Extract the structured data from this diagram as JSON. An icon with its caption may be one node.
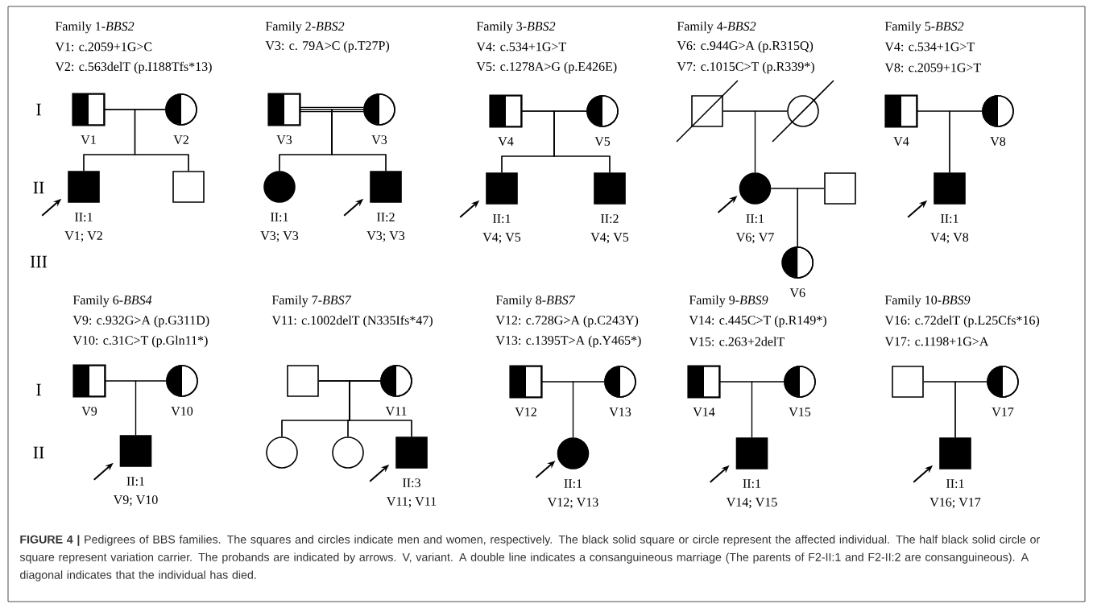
{
  "diagram": {
    "caption": "**FIGURE 4 |** Pedigrees of BBS families. The squares and circles indicate men and women, respectively. The black solid square or circle represent the affected individual. The half black solid circle or square represent variation carrier. The probands are indicated by arrows. V, variant. A double line indicates a consanguineous marriage (The parents of F2-II:1 and F2-II:2 are consanguineous). A diagonal indicates that the individual has died.",
    "nodes": [
      {
        "text": [],
        "shape": "box",
        "beside": [
          "V1"
        ]
      },
      {
        "text": [],
        "shape": "circle",
        "beside": [
          "V2"
        ]
      },
      {
        "text": [],
        "shape": "box",
        "beside": [
          "II:1",
          "V1; V2"
        ]
      },
      {
        "text": [],
        "shape": "box"
      },
      {
        "text": [],
        "shape": "box",
        "beside": [
          "V3"
        ]
      },
      {
        "text": [],
        "shape": "circle",
        "beside": [
          "V3"
        ]
      },
      {
        "text": [],
        "shape": "circle",
        "beside": [
          "II:1",
          "V3; V3"
        ]
      },
      {
        "text": [],
        "shape": "box",
        "beside": [
          "II:2",
          "V3; V3"
        ]
      },
      {
        "text": [],
        "shape": "box",
        "beside": [
          "V4"
        ]
      },
      {
        "text": [],
        "shape": "circle",
        "beside": [
          "V5"
        ]
      },
      {
        "text": [],
        "shape": "box",
        "beside": [
          "II:1",
          "V4; V5"
        ]
      },
      {
        "text": [],
        "shape": "box",
        "beside": [
          "II:2",
          "V4; V5"
        ]
      },
      {
        "text": [],
        "shape": "box"
      },
      {
        "text": [],
        "shape": "circle"
      },
      {
        "text": [],
        "shape": "circle",
        "beside": [
          "II:1",
          "V6; V7"
        ]
      },
      {
        "text": [],
        "shape": "box"
      },
      {
        "text": [],
        "shape": "circle",
        "beside": [
          "V6"
        ]
      },
      {
        "text": [],
        "shape": "box",
        "beside": [
          "V4"
        ]
      },
      {
        "text": [],
        "shape": "circle",
        "beside": [
          "V8"
        ]
      },
      {
        "text": [],
        "shape": "box",
        "beside": [
          "II:1",
          "V4; V8"
        ]
      },
      {
        "text": [],
        "shape": "box",
        "beside": [
          "V9"
        ]
      },
      {
        "text": [],
        "shape": "circle",
        "beside": [
          "V10"
        ]
      },
      {
        "text": [],
        "shape": "box",
        "beside": [
          "II:1",
          "V9; V10"
        ]
      },
      {
        "text": [],
        "shape": "box"
      },
      {
        "text": [],
        "shape": "circle",
        "beside": [
          "V11"
        ]
      },
      {
        "text": [],
        "shape": "circle"
      },
      {
        "text": [],
        "shape": "circle"
      },
      {
        "text": [],
        "shape": "box",
        "beside": [
          "II:3",
          "V11; V11"
        ]
      },
      {
        "text": [],
        "shape": "box",
        "beside": [
          "V12"
        ]
      },
      {
        "text": [],
        "shape": "circle",
        "beside": [
          "V13"
        ]
      },
      {
        "text": [],
        "shape": "circle",
        "beside": [
          "II:1",
          "V12; V13"
        ]
      },
      {
        "text": [],
        "shape": "box",
        "beside": [
          "V14"
        ]
      },
      {
        "text": [],
        "shape": "circle",
        "beside": [
          "V15"
        ]
      },
      {
        "text": [],
        "shape": "box",
        "beside": [
          "II:1",
          "V14; V15"
        ]
      },
      {
        "text": [],
        "shape": "box"
      },
      {
        "text": [],
        "shape": "circle",
        "beside": [
          "V17"
        ]
      },
      {
        "text": [],
        "shape": "box",
        "beside": [
          "II:1",
          "V16; V17"
        ]
      }
    ],
    "edges": [
      {
        "from": 0,
        "to": 1,
        "arrow": "none"
      },
      {
        "from": 0,
        "to": 2,
        "arrow": "none"
      },
      {
        "from": 1,
        "to": 2,
        "arrow": "none"
      },
      {
        "from": 0,
        "to": 3,
        "arrow": "none"
      },
      {
        "from": 1,
        "to": 3,
        "arrow": "none"
      },
      {
        "from": null,
        "to": 2,
        "arrow": "to"
      },
      {
        "from": 4,
        "to": 5,
        "arrow": "none"
      },
      {
        "from": 4,
        "to": 6,
        "arrow": "none"
      },
      {
        "from": 5,
        "to": 6,
        "arrow": "none"
      },
      {
        "from": 4,
        "to": 7,
        "arrow": "none"
      },
      {
        "from": 5,
        "to": 7,
        "arrow": "none"
      },
      {
        "from": null,
        "to": 7,
        "arrow": "to"
      },
      {
        "from": 8,
        "to": 9,
        "arrow": "none"
      },
      {
        "from": 8,
        "to": 10,
        "arrow": "none"
      },
      {
        "from": 9,
        "to": 10,
        "arrow": "none"
      },
      {
        "from": 8,
        "to": 11,
        "arrow": "none"
      },
      {
        "from": 9,
        "to": 11,
        "arrow": "none"
      },
      {
        "from": null,
        "to": 10,
        "arrow": "to"
      },
      {
        "from": 12,
        "to": 13,
        "arrow": "none"
      },
      {
        "from": 12,
        "to": 14,
        "arrow": "none"
      },
      {
        "from": 13,
        "to": 14,
        "arrow": "none"
      },
      {
        "from": 14,
        "to": 15,
        "arrow": "none"
      },
      {
        "from": 14,
        "to": 16,
        "arrow": "none"
      },
      {
        "from": 15,
        "to": 16,
        "arrow": "none"
      },
      {
        "from": null,
        "to": 14,
        "arrow": "to"
      },
      {
        "from": 17,
        "to": 18,
        "arrow": "none"
      },
      {
        "from": 17,
        "to": 19,
        "arrow": "none"
      },
      {
        "from": 18,
        "to": 19,
        "arrow": "none"
      },
      {
        "from": null,
        "to": 19,
        "arrow": "to"
      },
      {
        "from": 20,
        "to": 21,
        "arrow": "none"
      },
      {
        "from": 20,
        "to": 22,
        "arrow": "none"
      },
      {
        "from": 21,
        "to": 22,
        "arrow": "none"
      },
      {
        "from": null,
        "to": 22,
        "arrow": "to"
      },
      {
        "from": 23,
        "to": 24,
        "arrow": "none"
      },
      {
        "from": 23,
        "to": 25,
        "arrow": "none"
      },
      {
        "from": 24,
        "to": 25,
        "arrow": "none"
      },
      {
        "from": 23,
        "to": 26,
        "arrow": "none"
      },
      {
        "from": 24,
        "to": 26,
        "arrow": "none"
      },
      {
        "from": 23,
        "to": 27,
        "arrow": "none"
      },
      {
        "from": 24,
        "to": 27,
        "arrow": "none"
      },
      {
        "from": null,
        "to": 27,
        "arrow": "to"
      },
      {
        "from": 28,
        "to": 29,
        "arrow": "none"
      },
      {
        "from": 28,
        "to": 30,
        "arrow": "none"
      },
      {
        "from": 29,
        "to": 30,
        "arrow": "none"
      },
      {
        "from": null,
        "to": 30,
        "arrow": "to"
      },
      {
        "from": 31,
        "to": 32,
        "arrow": "none"
      },
      {
        "from": 31,
        "to": 33,
        "arrow": "none"
      },
      {
        "from": 32,
        "to": 33,
        "arrow": "none"
      },
      {
        "from": null,
        "to": 33,
        "arrow": "to"
      },
      {
        "from": 34,
        "to": 35,
        "arrow": "none"
      },
      {
        "from": 34,
        "to": 36,
        "arrow": "none"
      },
      {
        "from": 35,
        "to": 36,
        "arrow": "none"
      },
      {
        "from": null,
        "to": 36,
        "arrow": "to"
      }
    ],
    "labels": [
      "Family 1-*BBS2*",
      "V1: c.2059+1G>C",
      "V2: c.563delT (p.I188Tfs*13)",
      "Family 2-*BBS2*",
      "V3: c. 79A>C (p.T27P)",
      "Family 3-*BBS2*",
      "V4: c.534+1G>T",
      "V5: c.1278A>G (p.E426E)",
      "Family 4-*BBS2*",
      "V6: c.944G>A (p.R315Q)",
      "V7: c.1015C>T (p.R339*)",
      "Family 5-*BBS2*",
      "V4: c.534+1G>T",
      "V8: c.2059+1G>T",
      "I",
      "II",
      "III",
      "Family 6-*BBS4*",
      "V9: c.932G>A (p.G311D)",
      "V10: c.31C>T (p.Gln11*)",
      "Family 7-*BBS7*",
      "V11: c.1002delT (N335Ifs*47)",
      "Family 8-*BBS7*",
      "V12: c.728G>A (p.C243Y)",
      "V13:  c.1395T>A (p.Y465*)",
      "Family 9-*BBS9*",
      "V14: c.445C>T (p.R149*)",
      "V15: c.263+2delT",
      "Family 10-*BBS9*",
      "V16: c.72delT (p.L25Cfs*16)",
      "V17: c.1198+1G>A",
      "I",
      "II"
    ]
  }
}
